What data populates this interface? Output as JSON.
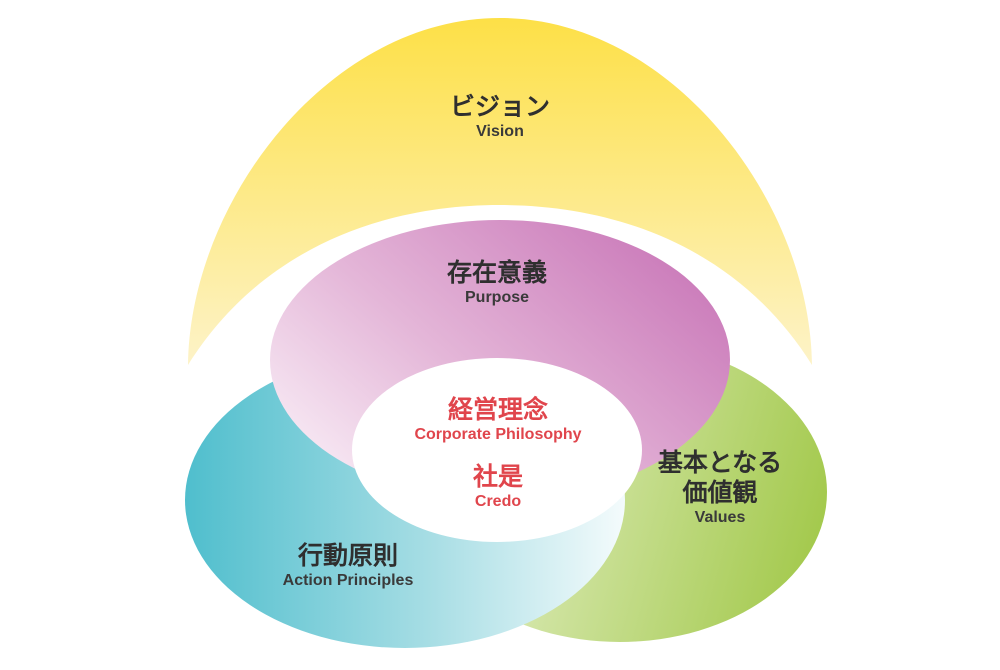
{
  "colors": {
    "vision_top": "#fde047",
    "vision_bottom": "#fdf1bf",
    "purpose": "#cc82bd",
    "purpose_light": "#f6eaf3",
    "values": "#a8cc55",
    "values_light": "#f1f7e2",
    "action": "#55c1cf",
    "action_light": "#eef8f9",
    "core_text": "#e0454c",
    "text": "#2f2f2f"
  },
  "vision": {
    "jp": "ビジョン",
    "en": "Vision"
  },
  "purpose": {
    "jp": "存在意義",
    "en": "Purpose"
  },
  "core": {
    "philosophy_jp": "経営理念",
    "philosophy_en": "Corporate Philosophy",
    "credo_jp": "社是",
    "credo_en": "Credo"
  },
  "values": {
    "jp_line1": "基本となる",
    "jp_line2": "価値観",
    "en": "Values"
  },
  "action": {
    "jp": "行動原則",
    "en": "Action Principles"
  }
}
